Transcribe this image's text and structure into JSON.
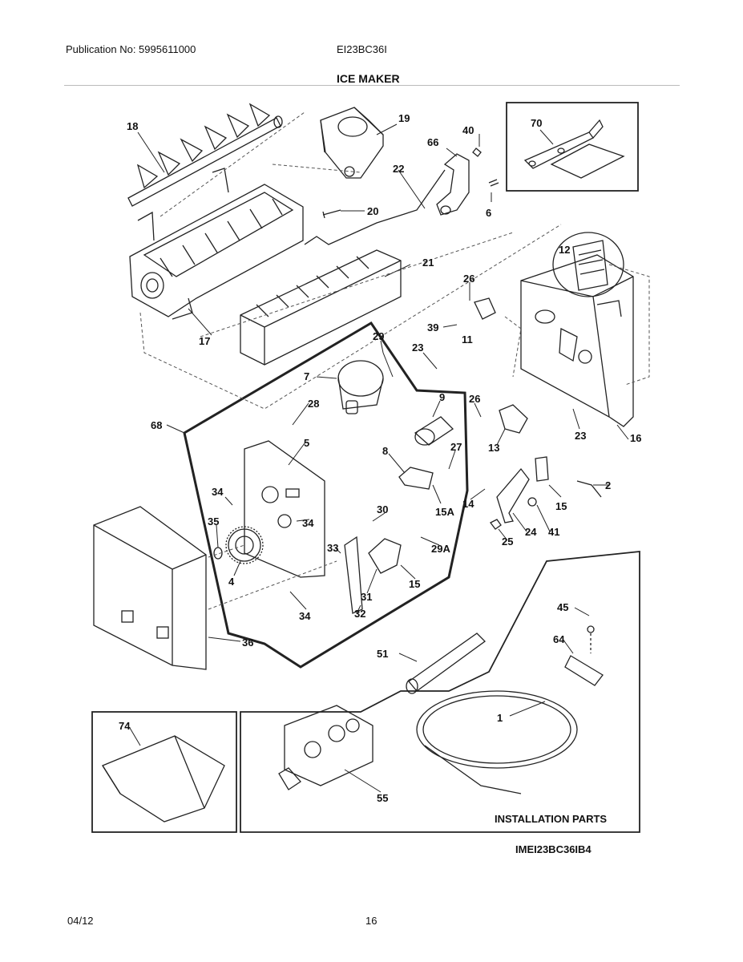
{
  "header": {
    "publication": "Publication No: 5995611000",
    "model": "EI23BC36I",
    "title": "ICE MAKER"
  },
  "footer": {
    "date": "04/12",
    "page": "16"
  },
  "diagram": {
    "installation_caption": "INSTALLATION PARTS",
    "figure_id": "IMEI23BC36IB4",
    "part_labels": {
      "p18": "18",
      "p19": "19",
      "p40": "40",
      "p66": "66",
      "p70": "70",
      "p22": "22",
      "p20": "20",
      "p6": "6",
      "p12": "12",
      "p21": "21",
      "p26a": "26",
      "p39": "39",
      "p11": "11",
      "p17": "17",
      "p29": "29",
      "p23a": "23",
      "p7": "7",
      "p28": "28",
      "p9": "9",
      "p26b": "26",
      "p68": "68",
      "p5": "5",
      "p8": "8",
      "p27": "27",
      "p13": "13",
      "p23b": "23",
      "p16": "16",
      "p34a": "34",
      "p2": "2",
      "p14": "14",
      "p15a": "15A",
      "p35": "35",
      "p30": "30",
      "p15b": "15",
      "p34b": "34",
      "p24": "24",
      "p41": "41",
      "p33": "33",
      "p29a": "29A",
      "p25": "25",
      "p4": "4",
      "p15c": "15",
      "p31": "31",
      "p34c": "34",
      "p32": "32",
      "p36": "36",
      "p45": "45",
      "p51": "51",
      "p64": "64",
      "p1": "1",
      "p74": "74",
      "p55": "55"
    }
  }
}
